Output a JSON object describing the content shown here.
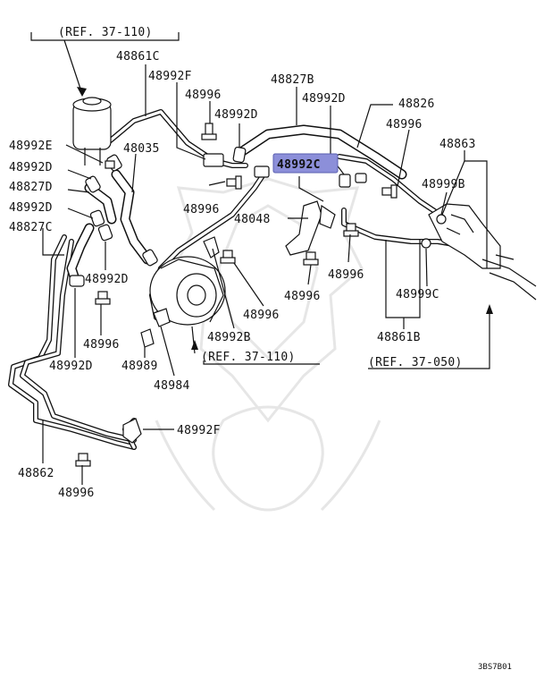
{
  "labels": {
    "ref_top": "(REF. 37-110)",
    "p48861C": "48861C",
    "p48992F_top": "48992F",
    "p48996_a": "48996",
    "p48992D_a": "48992D",
    "p48827B": "48827B",
    "p48992D_b": "48992D",
    "p48826": "48826",
    "p48996_b": "48996",
    "p48863": "48863",
    "p48992E": "48992E",
    "p48035": "48035",
    "p48992D_c": "48992D",
    "p48827D": "48827D",
    "p48992C": "48992C",
    "p48999B": "48999B",
    "p48996_c": "48996",
    "p48992D_d": "48992D",
    "p48048": "48048",
    "p48827C": "48827C",
    "p48992D_e": "48992D",
    "p48996_d": "48996",
    "p48996_e": "48996",
    "p48999C": "48999C",
    "p48996_f": "48996",
    "p48992B": "48992B",
    "p48861B": "48861B",
    "p48996_g": "48996",
    "p48992D_f": "48992D",
    "p48989": "48989",
    "ref_mid": "(REF. 37-110)",
    "ref_right": "(REF. 37-050)",
    "p48984": "48984",
    "p48992F_low": "48992F",
    "p48862": "48862",
    "p48996_h": "48996",
    "drawing_code": "3BS7B01"
  },
  "highlight": {
    "part": "48992C",
    "color": "#8c8fd9"
  },
  "colors": {
    "ink": "#111111",
    "watermark": "#e6e6e6",
    "background": "#ffffff"
  }
}
